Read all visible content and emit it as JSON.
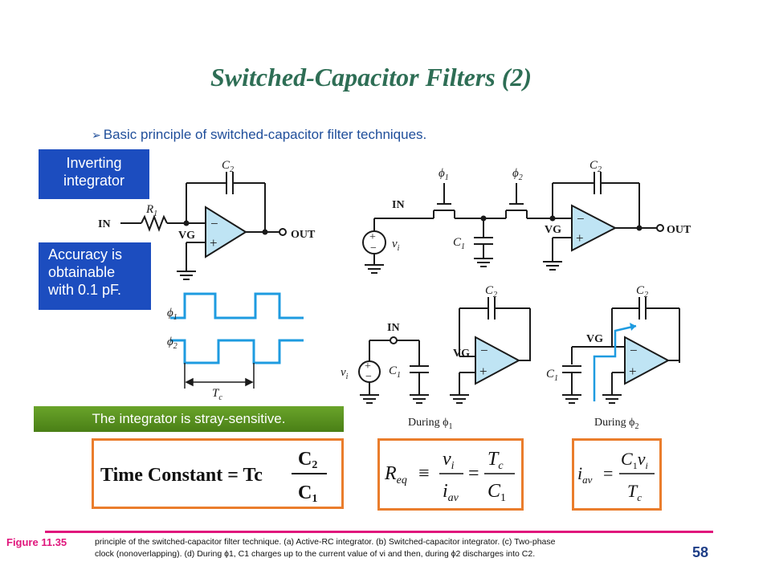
{
  "title": "Switched-Capacitor Filters (2)",
  "bullet": "Basic principle of switched-capacitor filter techniques.",
  "callouts": {
    "inverting": [
      "Inverting",
      "integrator"
    ],
    "accuracy": [
      "Accuracy is",
      "obtainable",
      "with 0.1 pF."
    ]
  },
  "stray_note": "The integrator is stray-sensitive.",
  "formula_time_constant": {
    "text": "Time Constant = Tc",
    "numerator": "C",
    "numerator_sub": "2",
    "denominator": "C",
    "denominator_sub": "1"
  },
  "formula_req": {
    "lhs": "R",
    "lhs_sub": "eq",
    "num1": "v",
    "num1_sub": "i",
    "den1": "i",
    "den1_sub": "av",
    "num2": "T",
    "num2_sub": "c",
    "den2": "C",
    "den2_sub": "1"
  },
  "formula_iav": {
    "lhs": "i",
    "lhs_sub": "av",
    "num": "C",
    "num_sub1": "1",
    "num_v": "v",
    "num_sub2": "i",
    "den": "T",
    "den_sub": "c"
  },
  "circuit_labels": {
    "in": "IN",
    "out": "OUT",
    "vg": "VG",
    "r1": "R",
    "r1_sub": "1",
    "c2": "C",
    "c2_sub": "2",
    "c1": "C",
    "c1_sub": "1",
    "vi": "v",
    "vi_sub": "i",
    "phi": "ϕ",
    "sub1": "1",
    "sub2": "2",
    "tc": "T",
    "tc_sub": "c",
    "minus": "−",
    "plus": "+",
    "during1": "During ϕ",
    "during1_sub": "1",
    "during2": "During ϕ",
    "during2_sub": "2"
  },
  "figure_label": "Figure 11.35",
  "caption_line1": "principle of the switched-capacitor filter technique. (a) Active-RC integrator. (b) Switched-capacitor integrator. (c) Two-phase",
  "caption_line2": "clock (nonoverlapping). (d) During ϕ1, C1 charges up to the current value of vi and then, during ϕ2 discharges into C2.",
  "page_number": "58",
  "colors": {
    "title": "#2e6e55",
    "bullet": "#1f4e9a",
    "callout": "#1c4dbf",
    "green": "#5a9420",
    "formula_border": "#ea7d2c",
    "pink": "#e0167c",
    "opamp_fill": "#bfe4f4",
    "wire": "#1a1a1a",
    "waveform": "#1e9be0"
  }
}
